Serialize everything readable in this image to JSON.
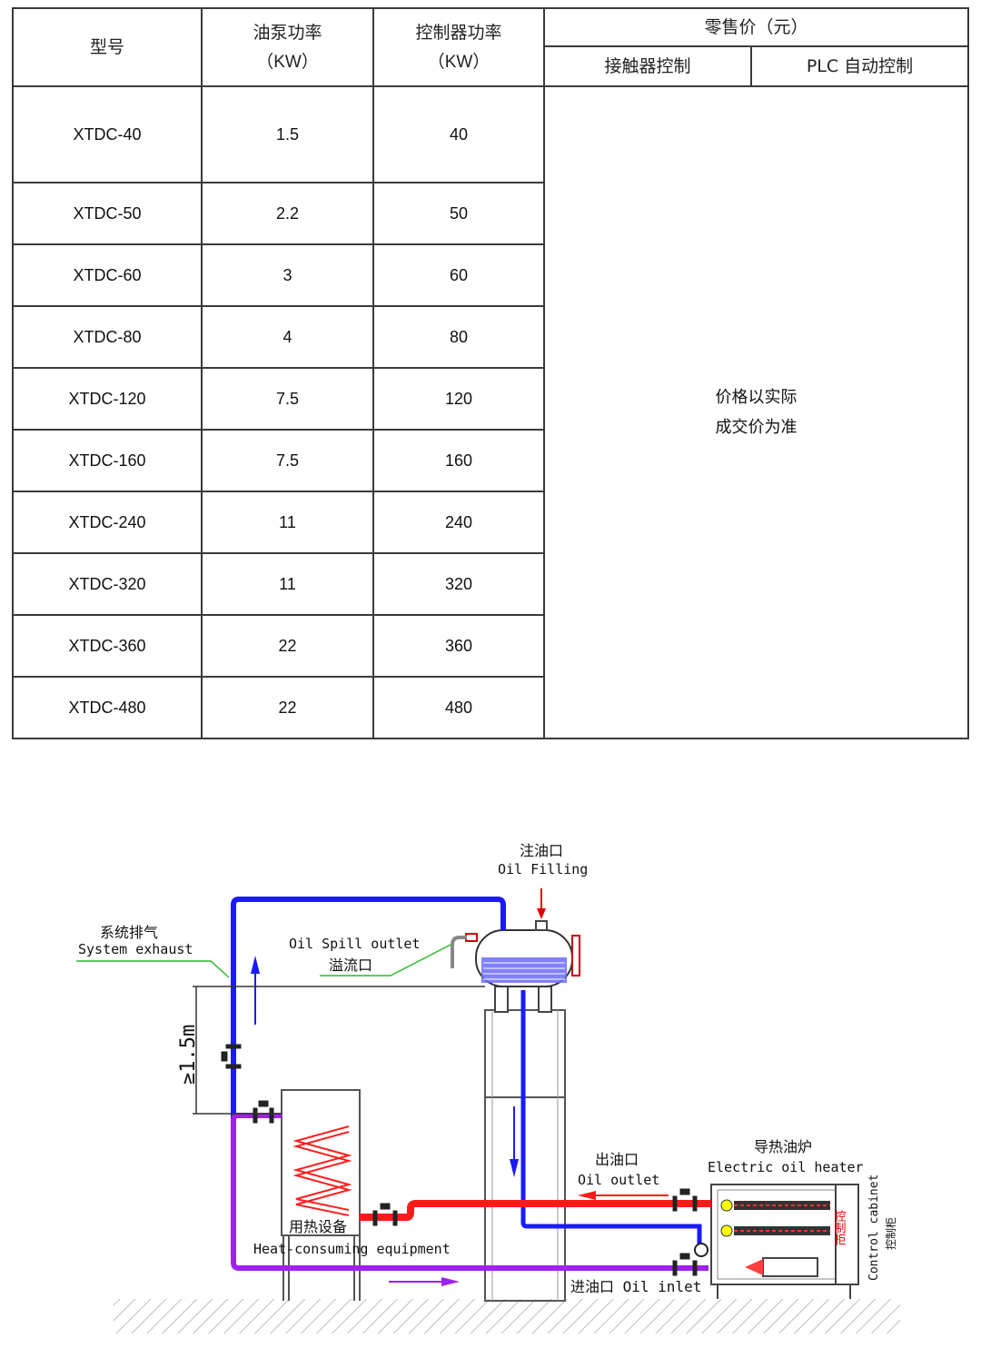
{
  "table": {
    "headers": {
      "model": "型号",
      "pump_power": "油泵功率",
      "pump_unit": "（KW）",
      "controller_power": "控制器功率",
      "controller_unit": "（KW）",
      "retail_price": "零售价（元）",
      "contactor_control": "接触器控制",
      "plc_control": "PLC 自动控制"
    },
    "rows": [
      {
        "model": "XTDC-40",
        "pump": "1.5",
        "controller": "40"
      },
      {
        "model": "XTDC-50",
        "pump": "2.2",
        "controller": "50"
      },
      {
        "model": "XTDC-60",
        "pump": "3",
        "controller": "60"
      },
      {
        "model": "XTDC-80",
        "pump": "4",
        "controller": "80"
      },
      {
        "model": "XTDC-120",
        "pump": "7.5",
        "controller": "120"
      },
      {
        "model": "XTDC-160",
        "pump": "7.5",
        "controller": "160"
      },
      {
        "model": "XTDC-240",
        "pump": "11",
        "controller": "240"
      },
      {
        "model": "XTDC-320",
        "pump": "11",
        "controller": "320"
      },
      {
        "model": "XTDC-360",
        "pump": "22",
        "controller": "360"
      },
      {
        "model": "XTDC-480",
        "pump": "22",
        "controller": "480"
      }
    ],
    "price_note": [
      "价格以实际",
      "成交价为准"
    ]
  },
  "diagram": {
    "oil_filling_cn": "注油口",
    "oil_filling_en": "Oil Filling",
    "system_exhaust_cn": "系统排气",
    "system_exhaust_en": "System exhaust",
    "spill_outlet_en": "Oil Spill outlet",
    "spill_outlet_cn": "溢流口",
    "height_label": "≥1.5m",
    "heat_equipment_cn": "用热设备",
    "heat_equipment_en": "Heat-consuming equipment",
    "oil_outlet_cn": "出油口",
    "oil_outlet_en": "Oil outlet",
    "oil_inlet": "进油口 Oil inlet",
    "heater_cn": "导热油炉",
    "heater_en": "Electric oil heater",
    "cabinet_cn": "控制柜",
    "cabinet_en": "Control cabinet",
    "cabinet_vertical_cn": "控制柜",
    "colors": {
      "supply": "#1a1aff",
      "hot": "#ff1a1a",
      "return": "#a020f0",
      "label_red": "#e00000",
      "leader_green": "#2db82d"
    }
  }
}
